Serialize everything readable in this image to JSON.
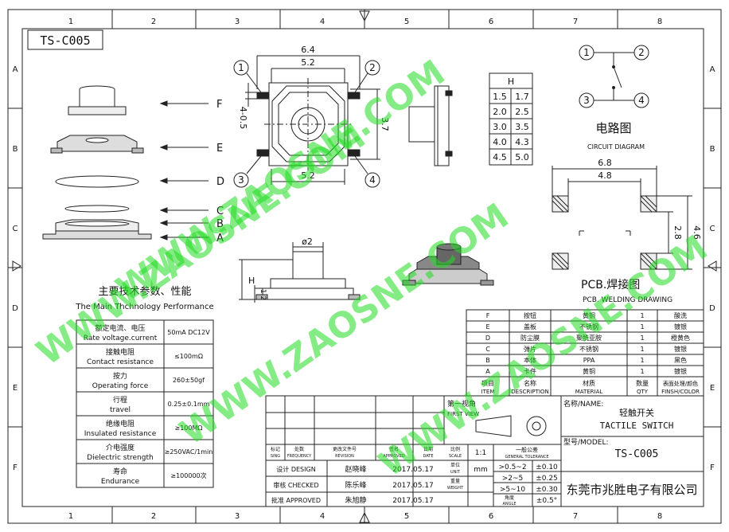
{
  "drawing_code": "TS-C005",
  "grid": {
    "cols": [
      "1",
      "2",
      "3",
      "4",
      "5",
      "6",
      "7",
      "8"
    ],
    "rows": [
      "A",
      "B",
      "C",
      "D",
      "E",
      "F"
    ]
  },
  "parts_callouts": [
    "F",
    "E",
    "D",
    "C",
    "B",
    "A"
  ],
  "dims": {
    "top_w": "6.4",
    "top_inner": "5.2",
    "bottom_inner": "5.2",
    "height_side": "3.7",
    "pin_pitch": "4-0.5",
    "pcb_w": "6.8",
    "pcb_inner": "4.8",
    "pcb_h_inner": "2.8",
    "pcb_h": "4.6",
    "cap_dia": "ø2",
    "height_H": "H",
    "base_h": "1.2"
  },
  "pins": [
    "1",
    "2",
    "3",
    "4"
  ],
  "h_table": {
    "header": "H",
    "rows": [
      [
        "1.5",
        "1.7"
      ],
      [
        "2.0",
        "2.5"
      ],
      [
        "3.0",
        "3.5"
      ],
      [
        "4.0",
        "4.3"
      ],
      [
        "4.5",
        "5.0"
      ]
    ]
  },
  "circuit": {
    "title_cn": "电路图",
    "title_en": "CIRCUIT DIAGRAM",
    "pins": [
      "1",
      "2",
      "3",
      "4"
    ]
  },
  "pcb": {
    "title_cn": "PCB.焊接图",
    "title_en": "PCB. WELDING DRAWING"
  },
  "specs": {
    "title_cn": "主要技术参数、性能",
    "title_en": "The Main Thchnology Performance",
    "rows": [
      {
        "cn": "额定电流、电压",
        "en": "Rate voltage.current",
        "val": "50mA DC12V"
      },
      {
        "cn": "接触电阻",
        "en": "Contact resistance",
        "val": "≤100mΩ"
      },
      {
        "cn": "按力",
        "en": "Operating force",
        "val": "260±50gf"
      },
      {
        "cn": "行程",
        "en": "travel",
        "val": "0.25±0.1mm"
      },
      {
        "cn": "绝缘电阻",
        "en": "Insulated resistance",
        "val": "≥100MΩ"
      },
      {
        "cn": "介电强度",
        "en": "Dielectric strength",
        "val": "≥250VAC/1min"
      },
      {
        "cn": "寿命",
        "en": "Endurance",
        "val": "≥100000次"
      }
    ]
  },
  "bom": {
    "rows": [
      [
        "F",
        "按钮",
        "黄铜",
        "1",
        "酸洗"
      ],
      [
        "E",
        "盖板",
        "不锈钢",
        "1",
        "镀银"
      ],
      [
        "D",
        "防尘膜",
        "聚酰亚胺",
        "1",
        "橙黄色"
      ],
      [
        "C",
        "弹片",
        "不锈钢",
        "1",
        "镀银"
      ],
      [
        "B",
        "本体",
        "PPA",
        "1",
        "黑色"
      ],
      [
        "A",
        "卡件",
        "黄铜",
        "1",
        "镀银"
      ]
    ],
    "header": [
      {
        "cn": "项目",
        "en": "ITEM"
      },
      {
        "cn": "名称",
        "en": "DESCRIPTION"
      },
      {
        "cn": "材质",
        "en": "MATERIAL"
      },
      {
        "cn": "数量",
        "en": "QTY"
      },
      {
        "cn": "表面处理/颜色",
        "en": "FINSH/COLOR"
      }
    ]
  },
  "title_block": {
    "first_view_cn": "第一视角",
    "first_view_en": "FIRST VIEW",
    "name_label": "名称/NAME:",
    "name_cn": "轻触开关",
    "name_en": "TACTILE SWITCH",
    "model_label": "型号/MODEL:",
    "model": "TS-C005",
    "company": "东莞市兆胜电子有限公司",
    "rev_headers": [
      {
        "cn": "标记",
        "en": "SING"
      },
      {
        "cn": "处数",
        "en": "FREQUENCY"
      },
      {
        "cn": "更改文件号",
        "en": "REVISION"
      },
      {
        "cn": "签名",
        "en": "APPROVED"
      },
      {
        "cn": "日期",
        "en": "DATE"
      },
      {
        "cn": "比例",
        "en": "SCALE"
      }
    ],
    "scale": "1:1",
    "tolerance_cn": "一般公差",
    "tolerance_en": "GENERAL TOLERANCE",
    "unit_cn": "单位",
    "unit_en": "UNIT",
    "unit": "mm",
    "weight_cn": "重量",
    "weight_en": "WEIGHT",
    "angle_cn": "角度",
    "angle_en": "ANGLE",
    "tolerances": [
      {
        "range": ">0.5~2",
        "tol": "±0.10"
      },
      {
        "range": ">2~5",
        "tol": "±0.25"
      },
      {
        "range": ">5~10",
        "tol": "±0.30"
      }
    ],
    "angle_tol": "±0.5°",
    "people": [
      {
        "role": "设计 DESIGN",
        "name": "赵晓峰",
        "date": "2017.05.17"
      },
      {
        "role": "审核 CHECKED",
        "name": "陈乐峰",
        "date": "2017.05.17"
      },
      {
        "role": "批准 APPROVED",
        "name": "朱旭静",
        "date": "2017.05.17"
      }
    ]
  },
  "watermarks": [
    "WWW.ZAOSNE.COM",
    "WWW.ZAOSNE.COM",
    "WWW.ZAOSNE.COM",
    "WWW.ZAOSNE.COM"
  ]
}
